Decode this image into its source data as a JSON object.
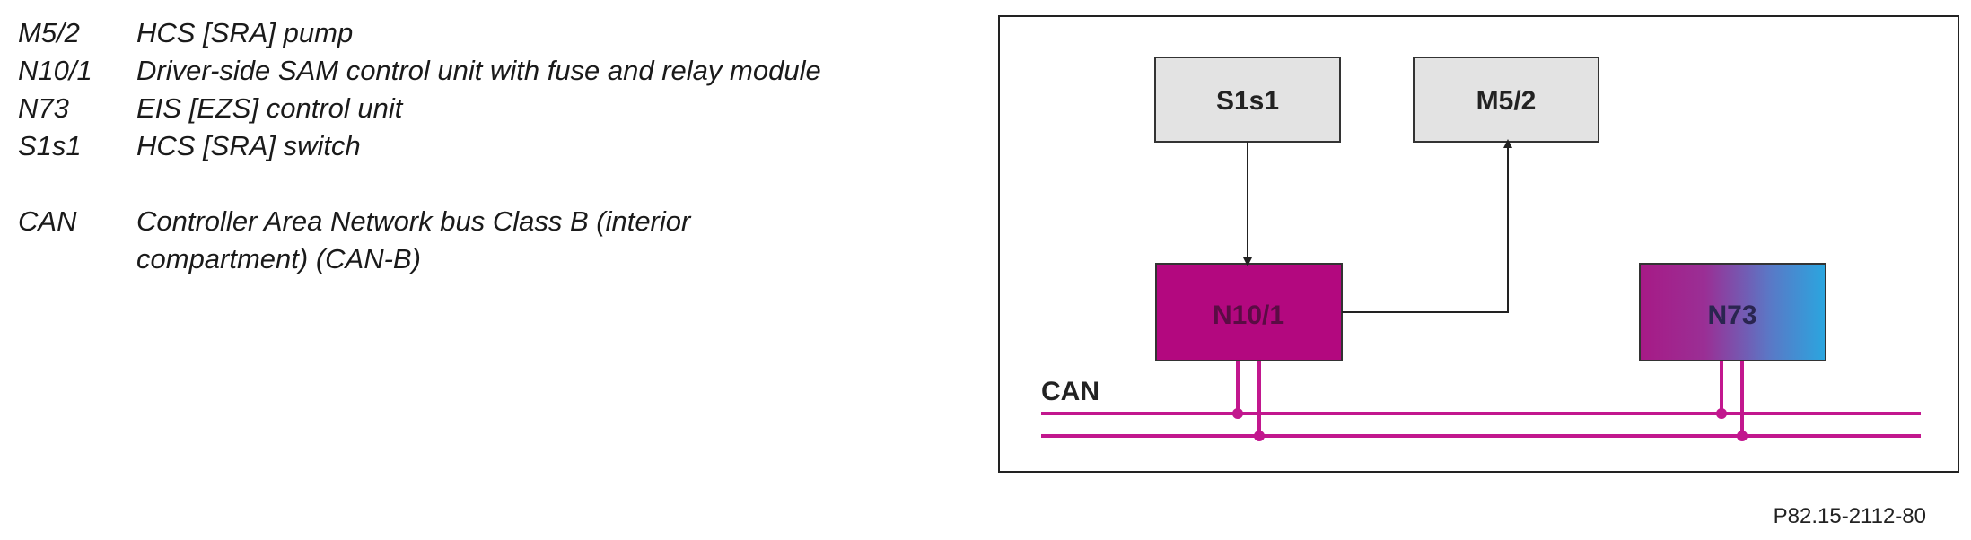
{
  "legend": [
    {
      "code": "M5/2",
      "desc": "HCS [SRA] pump"
    },
    {
      "code": "N10/1",
      "desc": "Driver-side SAM control unit with fuse and relay module"
    },
    {
      "code": "N73",
      "desc": "EIS [EZS] control unit"
    },
    {
      "code": "S1s1",
      "desc": "HCS [SRA] switch"
    }
  ],
  "can_legend": {
    "code": "CAN",
    "desc_line1": "Controller Area Network bus Class B (interior",
    "desc_line2": "compartment) (CAN-B)"
  },
  "diagram": {
    "boxes": {
      "s1s1": "S1s1",
      "m52": "M5/2",
      "n101": "N10/1",
      "n73": "N73"
    },
    "bus_label": "CAN"
  },
  "colors": {
    "box_grey": "#e3e3e3",
    "magenta": "#b3087f",
    "bus": "#c2178e",
    "n73_gradient_start": "#a71a86",
    "n73_gradient_end": "#2aa6df"
  },
  "reference": "P82.15-2112-80"
}
